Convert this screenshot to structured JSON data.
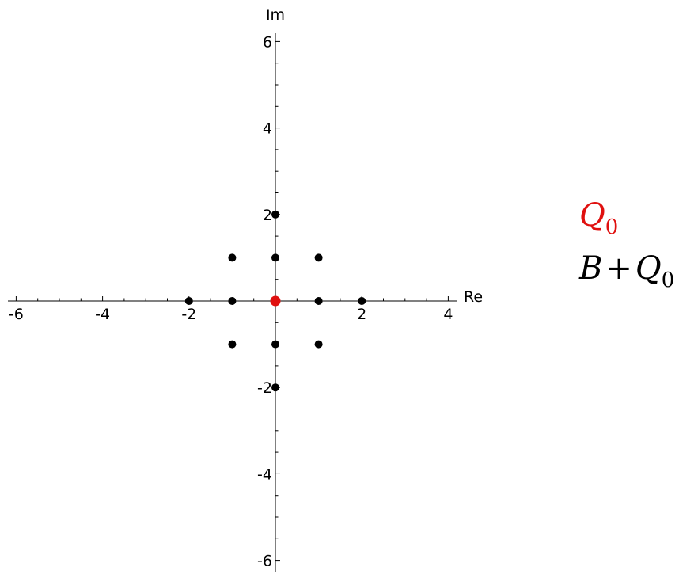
{
  "chart_data": {
    "type": "scatter",
    "xlabel": "Re",
    "ylabel": "Im",
    "xlim": [
      -6.2,
      4.2
    ],
    "ylim": [
      -6.2,
      6.2
    ],
    "x_ticks": [
      -6,
      -4,
      -2,
      2,
      4
    ],
    "y_ticks": [
      -6,
      -4,
      -2,
      2,
      4,
      6
    ],
    "x_tick_labels": [
      "-6",
      "-4",
      "-2",
      "2",
      "4"
    ],
    "y_tick_labels": [
      "-6",
      "-4",
      "-2",
      "2",
      "4",
      "6"
    ],
    "minor_tick_step": 0.5,
    "grid": false,
    "legend_position": "right",
    "series": [
      {
        "name": "Q0",
        "color": "#e0100f",
        "points": [
          [
            0,
            0
          ]
        ]
      },
      {
        "name": "B+Q0",
        "color": "#000000",
        "points": [
          [
            0,
            2
          ],
          [
            -1,
            1
          ],
          [
            0,
            1
          ],
          [
            1,
            1
          ],
          [
            -2,
            0
          ],
          [
            -1,
            0
          ],
          [
            1,
            0
          ],
          [
            2,
            0
          ],
          [
            -1,
            -1
          ],
          [
            0,
            -1
          ],
          [
            1,
            -1
          ],
          [
            0,
            -2
          ]
        ]
      }
    ]
  },
  "legend": {
    "q0": {
      "letter": "Q",
      "sub": "0",
      "color": "#e0100f"
    },
    "bq0": {
      "letter_b": "B",
      "op": "+",
      "letter_q": "Q",
      "sub": "0",
      "color": "#000000"
    }
  }
}
